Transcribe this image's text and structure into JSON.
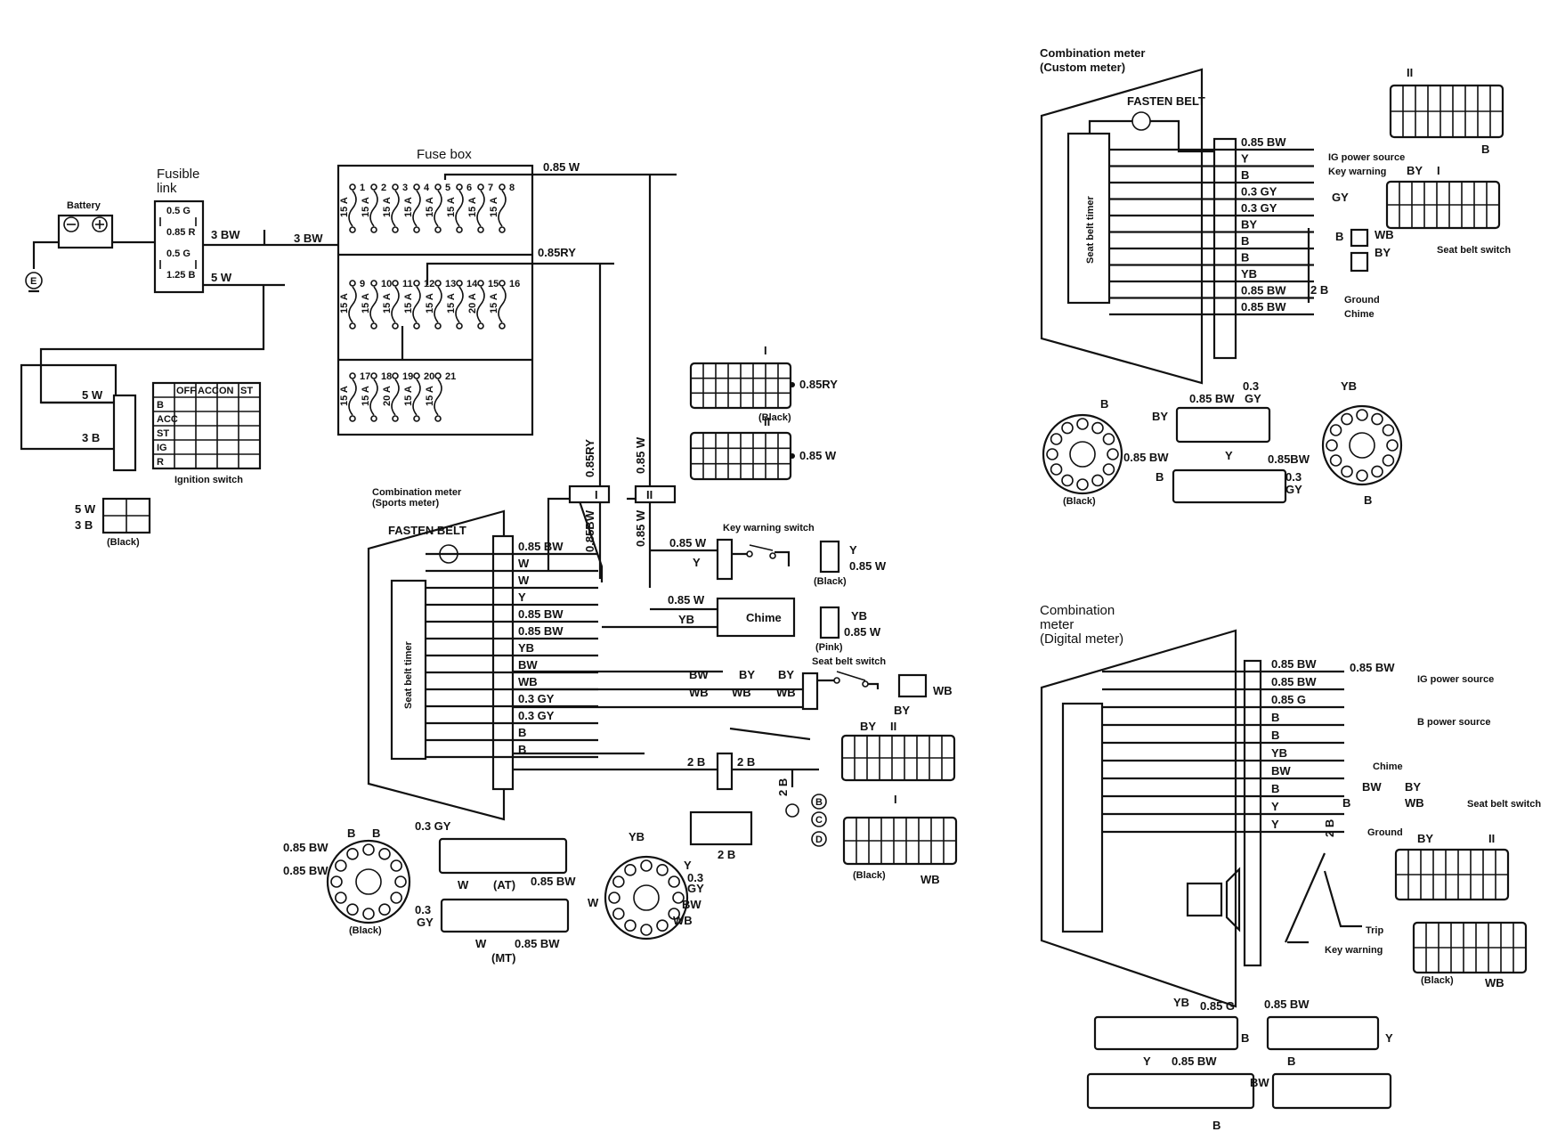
{
  "labels": {
    "fuse_box": "Fuse box",
    "fusible_link": "Fusible\nlink",
    "battery": "Battery",
    "ignition_switch": "Ignition switch",
    "combo_sports": "Combination meter\n(Sports meter)",
    "combo_custom": "Combination meter\n(Custom meter)",
    "combo_digital": "Combination\nmeter\n(Digital meter)",
    "fasten_belt": "FASTEN BELT",
    "seat_belt_timer": "Seat belt timer",
    "key_warning_switch": "Key warning switch",
    "chime": "Chime",
    "seat_belt_switch": "Seat belt switch",
    "ig_power_source": "IG power source",
    "key_warning": "Key warning",
    "b_power_source": "B power source",
    "ground": "Ground",
    "trip": "Trip",
    "black": "(Black)",
    "pink": "(Pink)",
    "at": "(AT)",
    "mt": "(MT)"
  },
  "fusible_link_rows": [
    "0.5 G",
    "0.85 R",
    "0.5 G",
    "1.25 B"
  ],
  "ignition_header": [
    "OFF",
    "ACC",
    "ON",
    "ST"
  ],
  "ignition_rows": [
    "B",
    "ACC",
    "ST",
    "IG",
    "R"
  ],
  "fuse_numbers_row1": [
    "1",
    "2",
    "3",
    "4",
    "5",
    "6",
    "7",
    "8"
  ],
  "fuse_numbers_row2": [
    "9",
    "10",
    "11",
    "12",
    "13",
    "14",
    "15",
    "16"
  ],
  "fuse_numbers_row3": [
    "17",
    "18",
    "19",
    "20",
    "21"
  ],
  "fuse_ratings_row1": [
    "15 A",
    "15 A",
    "15 A",
    "15 A",
    "15 A",
    "15 A",
    "15 A",
    "15 A"
  ],
  "fuse_ratings_row2": [
    "15 A",
    "15 A",
    "15 A",
    "15 A",
    "15 A",
    "15 A",
    "20 A",
    "15 A"
  ],
  "fuse_ratings_row3": [
    "15 A",
    "15 A",
    "20 A",
    "15 A",
    "15 A"
  ],
  "wires": {
    "w085w": "0.85 W",
    "w085ry": "0.85RY",
    "w3bw": "3 BW",
    "w5w": "5 W",
    "w3b": "3 B",
    "w085bw": "0.85 BW",
    "w03gy": "0.3 GY",
    "w2b": "2 B",
    "w": "W",
    "y": "Y",
    "yb": "YB",
    "bw": "BW",
    "wb": "WB",
    "b": "B",
    "by": "BY",
    "gy": "GY",
    "g085": "0.85 G",
    "w03": "0.3",
    "w085bw_short": "0.85BW",
    "w085ry_plug": "0.85RY"
  },
  "sports_rows": [
    "0.85 BW",
    "W",
    "W",
    "Y",
    "0.85 BW",
    "0.85 BW",
    "YB",
    "BW",
    "WB",
    "0.3 GY",
    "0.3 GY",
    "B",
    "B"
  ],
  "custom_rows": [
    "0.85 BW",
    "Y",
    "B",
    "0.3 GY",
    "0.3 GY",
    "BY",
    "B",
    "B",
    "YB",
    "0.85 BW",
    "0.85 BW"
  ],
  "digital_rows": [
    "0.85 BW",
    "0.85 BW",
    "0.85 G",
    "B",
    "B",
    "YB",
    "BW",
    "B",
    "Y",
    "Y"
  ],
  "connector_ids": {
    "one": "I",
    "two": "II"
  },
  "ground_letters": [
    "B",
    "C",
    "D"
  ]
}
